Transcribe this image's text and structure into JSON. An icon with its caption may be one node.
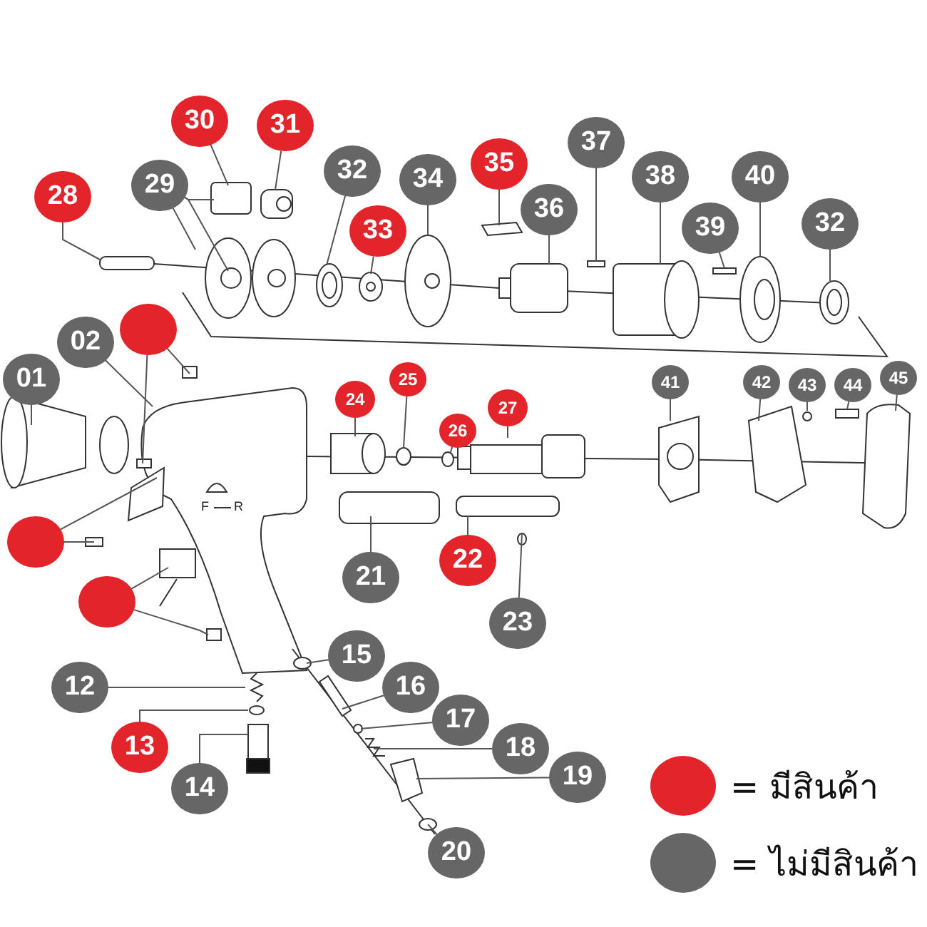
{
  "diagram": {
    "nodes": [
      {
        "text": [
          "30"
        ]
      },
      {
        "text": [
          "31"
        ]
      },
      {
        "text": [
          "35"
        ]
      },
      {
        "text": [
          "37"
        ]
      },
      {
        "text": [
          "28"
        ]
      },
      {
        "text": [
          "29"
        ]
      },
      {
        "text": [
          "32"
        ]
      },
      {
        "text": [
          "34"
        ]
      },
      {
        "text": [
          "38"
        ]
      },
      {
        "text": [
          "40"
        ]
      },
      {
        "text": [
          "36"
        ]
      },
      {
        "text": [
          "33"
        ]
      },
      {
        "text": [
          "39"
        ]
      },
      {
        "text": [
          "32"
        ]
      },
      {
        "text": [],
        "shape": "circle"
      },
      {
        "text": [
          "02"
        ]
      },
      {
        "text": [
          "01"
        ]
      },
      {
        "text": [
          "45"
        ]
      },
      {
        "text": [
          "25"
        ]
      },
      {
        "text": [
          "41"
        ]
      },
      {
        "text": [
          "42"
        ]
      },
      {
        "text": [
          "43"
        ]
      },
      {
        "text": [
          "44"
        ]
      },
      {
        "text": [
          "24"
        ]
      },
      {
        "text": [
          "27"
        ]
      },
      {
        "text": [
          "26"
        ]
      },
      {
        "text": [],
        "shape": "circle"
      },
      {
        "text": [
          "22"
        ]
      },
      {
        "text": [
          "21"
        ]
      },
      {
        "text": [],
        "shape": "circle"
      },
      {
        "text": [
          "23"
        ]
      },
      {
        "text": [
          "15"
        ]
      },
      {
        "text": [
          "12"
        ]
      },
      {
        "text": [
          "16"
        ]
      },
      {
        "text": [
          "17"
        ]
      },
      {
        "text": [
          "13"
        ]
      },
      {
        "text": [
          "18"
        ]
      },
      {
        "text": [
          "19"
        ]
      },
      {
        "text": [
          "14"
        ]
      },
      {
        "text": [
          "20"
        ]
      }
    ],
    "edges": [
      {
        "from": 0,
        "to": null,
        "arrow": "none"
      },
      {
        "from": 1,
        "to": null,
        "arrow": "none"
      },
      {
        "from": 2,
        "to": null,
        "arrow": "none"
      },
      {
        "from": 3,
        "to": null,
        "arrow": "none"
      },
      {
        "from": 4,
        "to": null,
        "arrow": "none"
      },
      {
        "from": 5,
        "to": null,
        "arrow": "none"
      },
      {
        "from": 5,
        "to": null,
        "arrow": "none"
      },
      {
        "from": 5,
        "to": null,
        "arrow": "none"
      },
      {
        "from": 6,
        "to": null,
        "arrow": "none"
      },
      {
        "from": 7,
        "to": null,
        "arrow": "none"
      },
      {
        "from": 8,
        "to": null,
        "arrow": "none"
      },
      {
        "from": 9,
        "to": null,
        "arrow": "none"
      },
      {
        "from": 10,
        "to": null,
        "arrow": "none"
      },
      {
        "from": 11,
        "to": null,
        "arrow": "none"
      },
      {
        "from": 12,
        "to": null,
        "arrow": "none"
      },
      {
        "from": 13,
        "to": null,
        "arrow": "none"
      },
      {
        "from": 14,
        "to": null,
        "arrow": "none"
      },
      {
        "from": 14,
        "to": null,
        "arrow": "none"
      },
      {
        "from": 15,
        "to": null,
        "arrow": "none"
      },
      {
        "from": 16,
        "to": null,
        "arrow": "none"
      },
      {
        "from": 17,
        "to": null,
        "arrow": "none"
      },
      {
        "from": 18,
        "to": null,
        "arrow": "none"
      },
      {
        "from": 19,
        "to": null,
        "arrow": "none"
      },
      {
        "from": 20,
        "to": null,
        "arrow": "none"
      },
      {
        "from": 21,
        "to": null,
        "arrow": "none"
      },
      {
        "from": 22,
        "to": null,
        "arrow": "none"
      },
      {
        "from": 23,
        "to": null,
        "arrow": "none"
      },
      {
        "from": 24,
        "to": null,
        "arrow": "none"
      },
      {
        "from": 25,
        "to": null,
        "arrow": "none"
      },
      {
        "from": 26,
        "to": null,
        "arrow": "none"
      },
      {
        "from": 26,
        "to": null,
        "arrow": "none"
      },
      {
        "from": 27,
        "to": null,
        "arrow": "none"
      },
      {
        "from": 28,
        "to": null,
        "arrow": "none"
      },
      {
        "from": 29,
        "to": null,
        "arrow": "none"
      },
      {
        "from": 29,
        "to": null,
        "arrow": "none"
      },
      {
        "from": 30,
        "to": null,
        "arrow": "none"
      },
      {
        "from": 31,
        "to": null,
        "arrow": "none"
      },
      {
        "from": 32,
        "to": null,
        "arrow": "none"
      },
      {
        "from": 33,
        "to": null,
        "arrow": "none"
      },
      {
        "from": 34,
        "to": null,
        "arrow": "none"
      },
      {
        "from": 35,
        "to": null,
        "arrow": "none"
      },
      {
        "from": 36,
        "to": null,
        "arrow": "none"
      },
      {
        "from": 37,
        "to": null,
        "arrow": "none"
      },
      {
        "from": 38,
        "to": null,
        "arrow": "none"
      },
      {
        "from": 39,
        "to": null,
        "arrow": "none"
      }
    ],
    "labels": [
      "F",
      "R"
    ],
    "legend": [
      {
        "text": "= มีสินค้า",
        "color": "#e3242b"
      },
      {
        "text": "= ไม่มีสินค้า",
        "color": "#666666"
      }
    ]
  }
}
